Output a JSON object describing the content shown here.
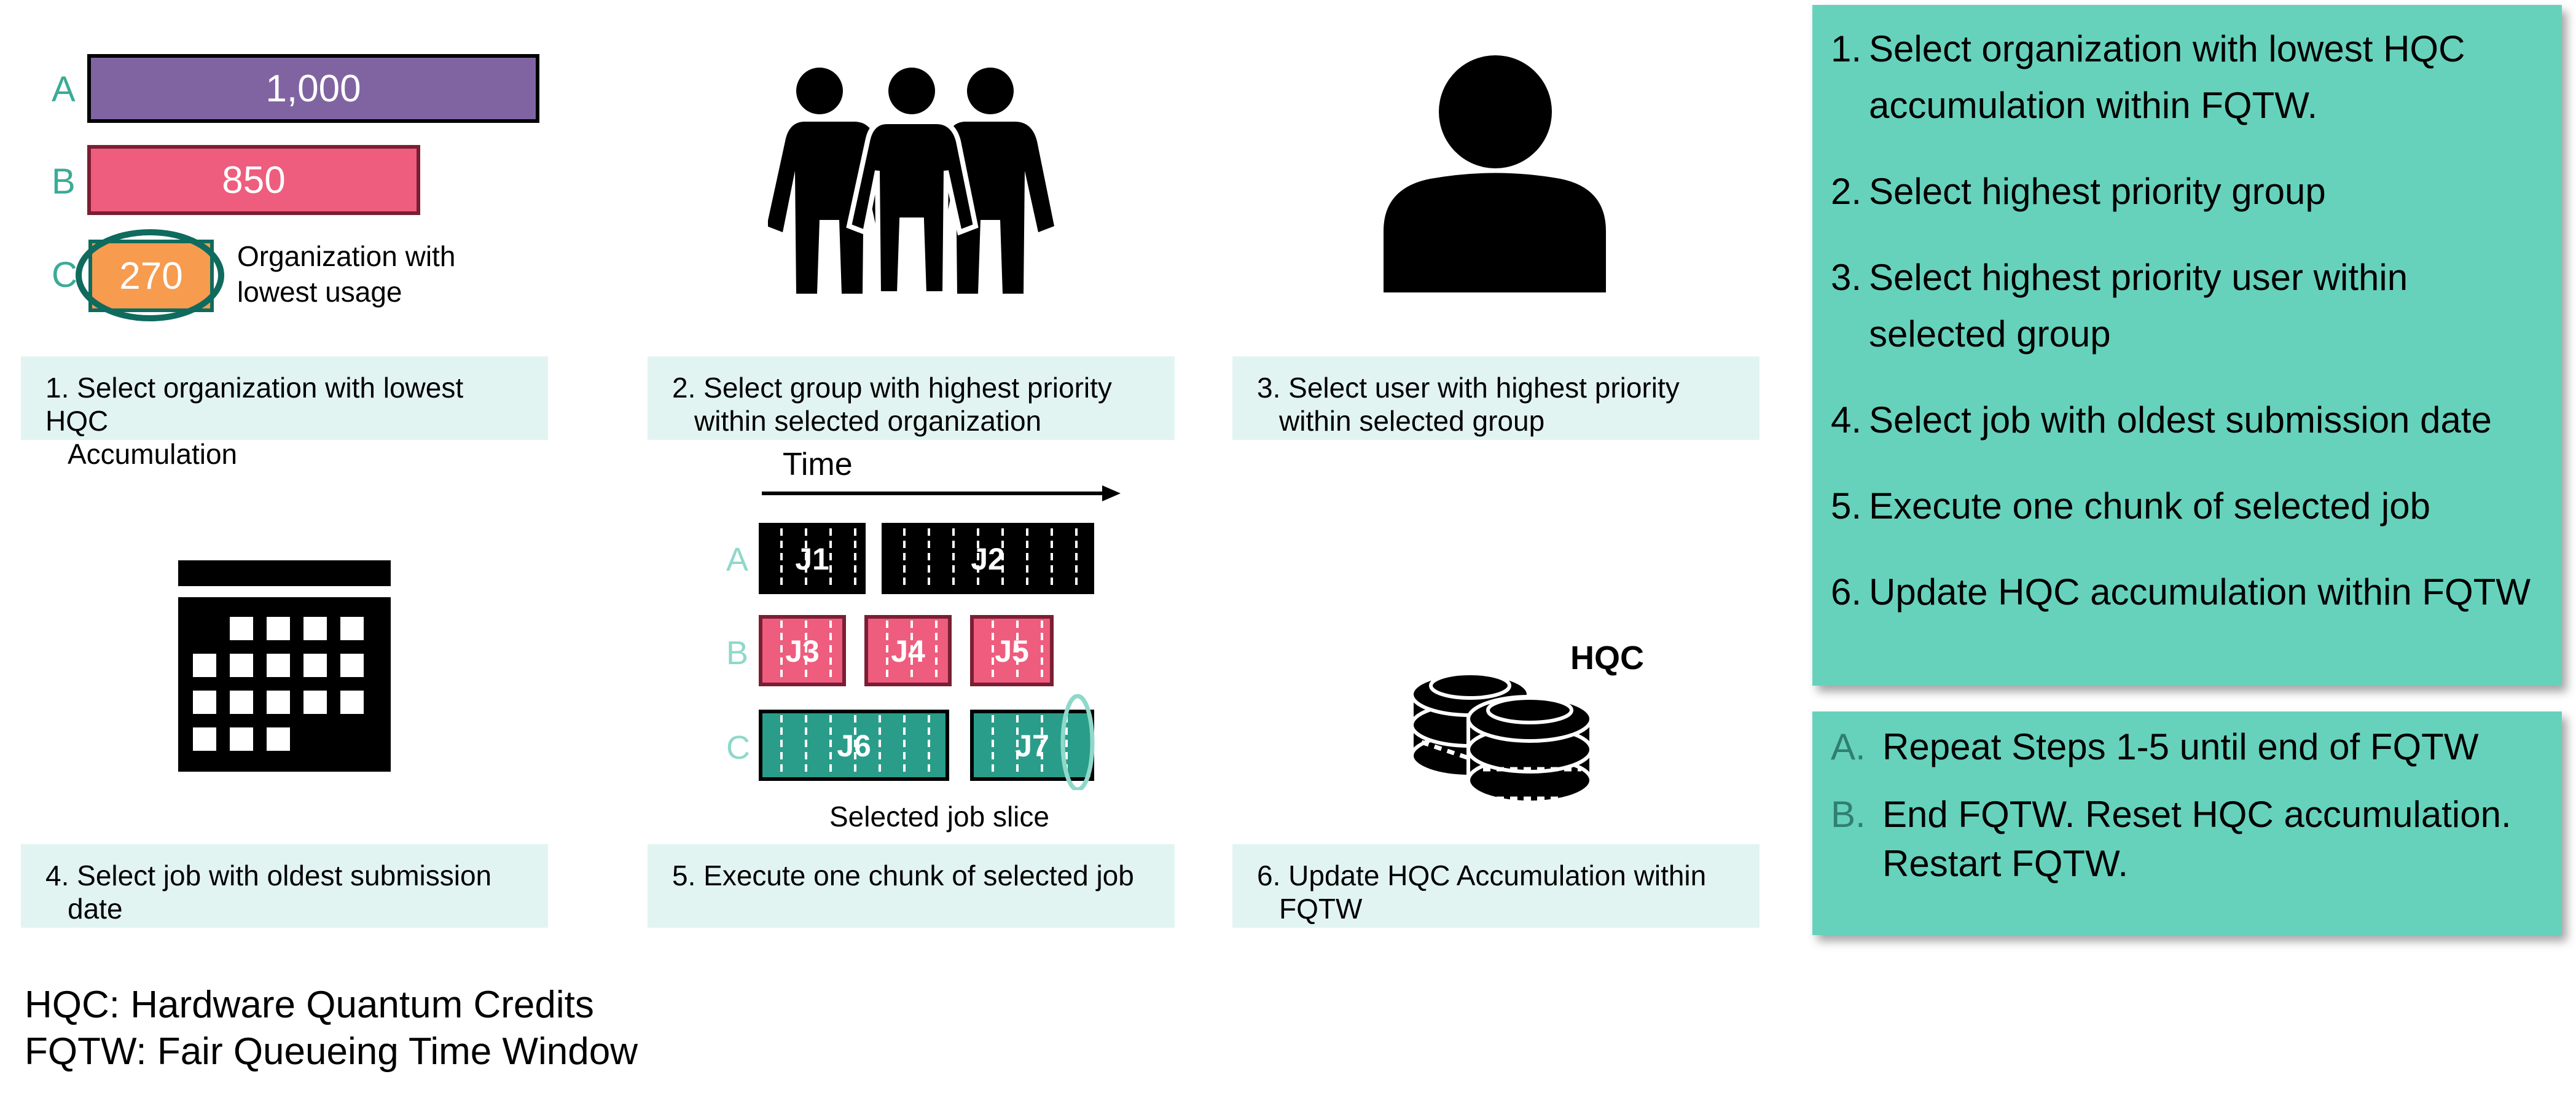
{
  "panel1": {
    "bars": [
      {
        "letter": "A",
        "value": "1,000",
        "color": "#8064a2"
      },
      {
        "letter": "B",
        "value": "850",
        "color": "#ee5d7d"
      },
      {
        "letter": "C",
        "value": "270",
        "color": "#f79b4f"
      }
    ],
    "annotation_line1": "Organization with",
    "annotation_line2": "lowest usage",
    "caption_line1": "1. Select organization with lowest HQC",
    "caption_line2": "Accumulation"
  },
  "panel2": {
    "caption_line1": "2. Select group with highest priority",
    "caption_line2": "within selected organization"
  },
  "panel3": {
    "caption_line1": "3. Select user with highest priority",
    "caption_line2": "within selected group"
  },
  "panel4": {
    "caption_line1": "4. Select job with oldest submission",
    "caption_line2": "date"
  },
  "panel5": {
    "time_label": "Time",
    "rows": [
      {
        "letter": "A",
        "jobs": [
          "J1",
          "J2"
        ],
        "color": "#000000"
      },
      {
        "letter": "B",
        "jobs": [
          "J3",
          "J4",
          "J5"
        ],
        "color": "#ee5d7d"
      },
      {
        "letter": "C",
        "jobs": [
          "J6",
          "J7"
        ],
        "color": "#2a9d8a"
      }
    ],
    "slice_label": "Selected job slice",
    "caption_line1": "5. Execute one chunk of selected job"
  },
  "panel6": {
    "coin_label": "HQC",
    "caption_line1": "6. Update HQC Accumulation within",
    "caption_line2": "FQTW"
  },
  "steps": [
    {
      "num": "1.",
      "text": "Select organization with lowest HQC accumulation within FQTW."
    },
    {
      "num": "2.",
      "text": "Select highest priority group"
    },
    {
      "num": "3.",
      "text": "Select highest priority user within selected group"
    },
    {
      "num": "4.",
      "text": "Select job with oldest submission date"
    },
    {
      "num": "5.",
      "text": "Execute one chunk of selected job"
    },
    {
      "num": "6.",
      "text": "Update HQC accumulation within FQTW"
    }
  ],
  "extra_steps": [
    {
      "letter": "A.",
      "text": "Repeat Steps 1-5 until end of FQTW"
    },
    {
      "letter": "B.",
      "text": "End FQTW. Reset HQC accumulation. Restart FQTW."
    }
  ],
  "legend": {
    "line1": "HQC: Hardware Quantum Credits",
    "line2": "FQTW: Fair Queueing Time Window"
  },
  "colors": {
    "teal_panel": "#66d2bc",
    "caption_bg": "#e2f4f1",
    "purple": "#8064a2",
    "pink": "#ee5d7d",
    "orange": "#f79b4f",
    "teal_dark": "#2a9d8a"
  }
}
